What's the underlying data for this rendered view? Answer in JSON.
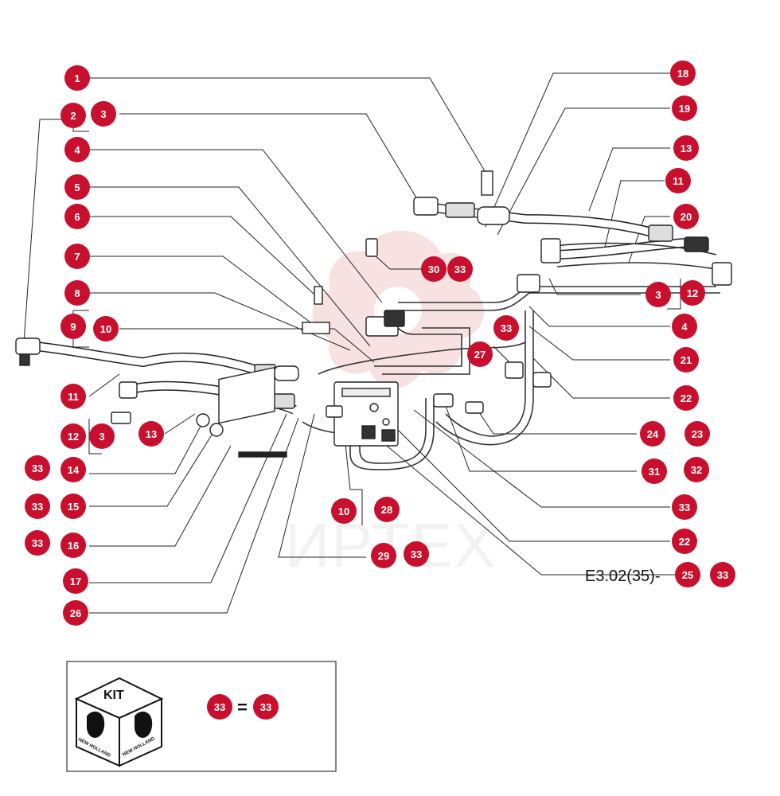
{
  "watermark_text": "ИРТЕХ",
  "reference_label": "E3.02(35)-",
  "accent_color": "#c8102e",
  "callouts": [
    {
      "id": "c1",
      "label": "1"
    },
    {
      "id": "c2",
      "label": "2"
    },
    {
      "id": "c3a",
      "label": "3"
    },
    {
      "id": "c4a",
      "label": "4"
    },
    {
      "id": "c5",
      "label": "5"
    },
    {
      "id": "c6",
      "label": "6"
    },
    {
      "id": "c7",
      "label": "7"
    },
    {
      "id": "c8",
      "label": "8"
    },
    {
      "id": "c9",
      "label": "9"
    },
    {
      "id": "c10a",
      "label": "10"
    },
    {
      "id": "c11a",
      "label": "11"
    },
    {
      "id": "c12a",
      "label": "12"
    },
    {
      "id": "c3b",
      "label": "3"
    },
    {
      "id": "c13a",
      "label": "13"
    },
    {
      "id": "c14",
      "label": "14"
    },
    {
      "id": "c15",
      "label": "15"
    },
    {
      "id": "c16",
      "label": "16"
    },
    {
      "id": "c17",
      "label": "17"
    },
    {
      "id": "c26",
      "label": "26"
    },
    {
      "id": "c33a",
      "label": "33"
    },
    {
      "id": "c33b",
      "label": "33"
    },
    {
      "id": "c33c",
      "label": "33"
    },
    {
      "id": "c18",
      "label": "18"
    },
    {
      "id": "c19",
      "label": "19"
    },
    {
      "id": "c13b",
      "label": "13"
    },
    {
      "id": "c11b",
      "label": "11"
    },
    {
      "id": "c20",
      "label": "20"
    },
    {
      "id": "c3c",
      "label": "3"
    },
    {
      "id": "c12b",
      "label": "12"
    },
    {
      "id": "c4b",
      "label": "4"
    },
    {
      "id": "c21",
      "label": "21"
    },
    {
      "id": "c22a",
      "label": "22"
    },
    {
      "id": "c24",
      "label": "24"
    },
    {
      "id": "c23",
      "label": "23"
    },
    {
      "id": "c31",
      "label": "31"
    },
    {
      "id": "c32",
      "label": "32"
    },
    {
      "id": "c33d",
      "label": "33"
    },
    {
      "id": "c22b",
      "label": "22"
    },
    {
      "id": "c25",
      "label": "25"
    },
    {
      "id": "c33e",
      "label": "33"
    },
    {
      "id": "c30",
      "label": "30"
    },
    {
      "id": "c33f",
      "label": "33"
    },
    {
      "id": "c33g",
      "label": "33"
    },
    {
      "id": "c27",
      "label": "27"
    },
    {
      "id": "c10b",
      "label": "10"
    },
    {
      "id": "c28",
      "label": "28"
    },
    {
      "id": "c29",
      "label": "29"
    },
    {
      "id": "c33h",
      "label": "33"
    }
  ],
  "kit_box": {
    "title": "KIT",
    "brand_left": "NEW HOLLAND",
    "brand_right": "NEW HOLLAND",
    "left_badge": "33",
    "equals": "=",
    "right_badge": "33"
  }
}
